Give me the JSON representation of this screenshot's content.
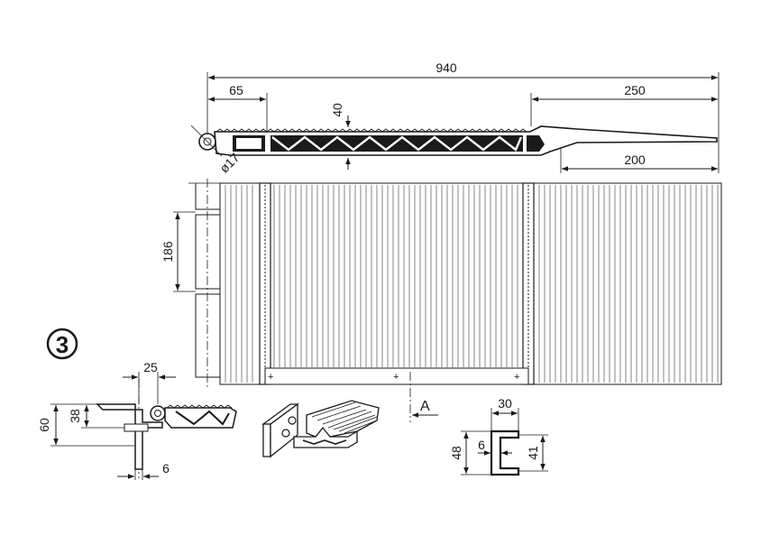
{
  "drawing": {
    "dimensions": {
      "total_length": "940",
      "hinge_offset": "65",
      "ramp_length": "250",
      "taper_length": "200",
      "profile_height": "40",
      "hinge_diameter": "ø17",
      "bracket_spacing": "186",
      "bracket_width": "25",
      "bracket_height": "60",
      "pin_height": "38",
      "plate_thickness": "6"
    },
    "channel": {
      "width": "30",
      "outer_height": "48",
      "inner_height": "41",
      "wall": "6"
    },
    "section_marker": "A",
    "step_number": "3"
  }
}
